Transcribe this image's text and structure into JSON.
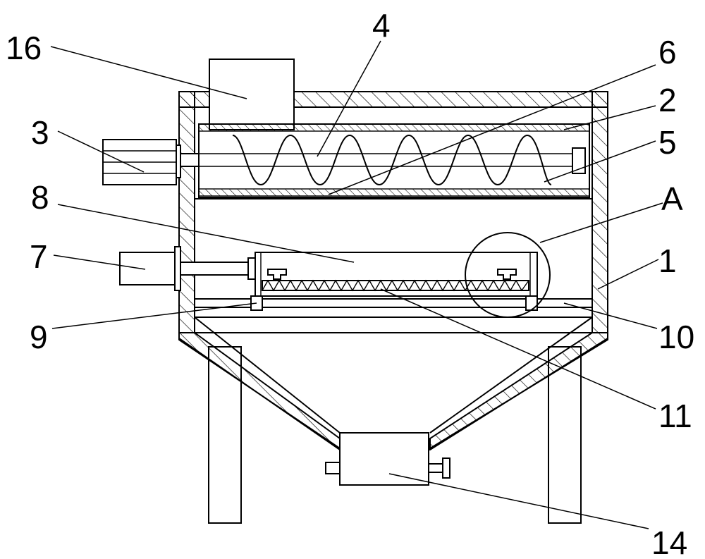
{
  "labels": {
    "l16": "16",
    "l4": "4",
    "l6": "6",
    "l2": "2",
    "l3": "3",
    "l5": "5",
    "l8": "8",
    "lA": "A",
    "l7": "7",
    "l1": "1",
    "l9": "9",
    "l10": "10",
    "l11": "11",
    "l14": "14"
  }
}
